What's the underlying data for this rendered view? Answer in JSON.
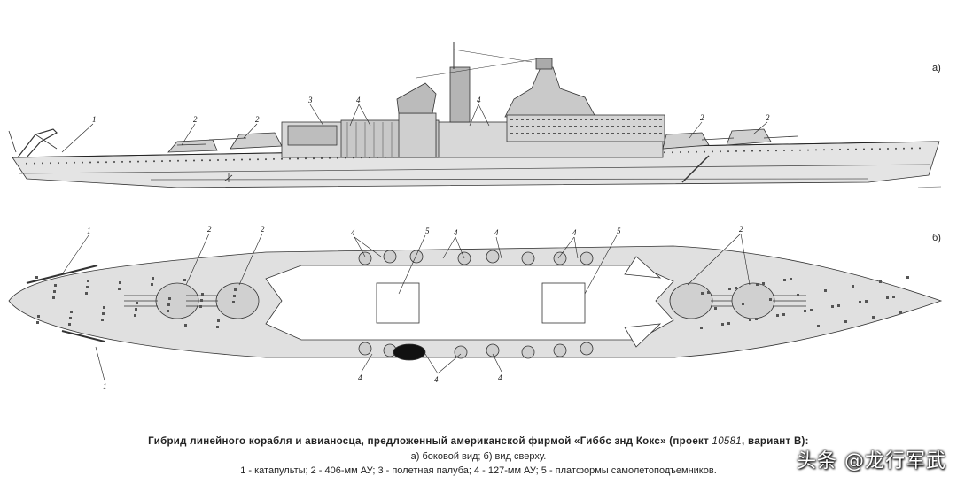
{
  "figure": {
    "view_a_label": "а)",
    "view_b_label": "б)",
    "callouts": {
      "catapult": "1",
      "gun_406": "2",
      "flight_deck": "3",
      "gun_127": "4",
      "elevator_platform": "5"
    }
  },
  "caption": {
    "line1_pre": "Гибрид линейного корабля и авианосца, предложенный американской фирмой «Гиббс знд Кокс» (проект ",
    "line1_project": "10581",
    "line1_post": ", вариант В):",
    "line2": "а) боковой вид; б) вид сверху.",
    "line3": "1 - катапульты; 2 - 406-мм АУ; 3 - полетная палуба; 4 - 127-мм АУ; 5 - платформы самолетоподъемников."
  },
  "watermark": "头条 @龙行军武",
  "colors": {
    "hull": "#e4e4e4",
    "deck": "#d0d0d0",
    "line": "#333333",
    "flightdeck": "#ffffff"
  }
}
